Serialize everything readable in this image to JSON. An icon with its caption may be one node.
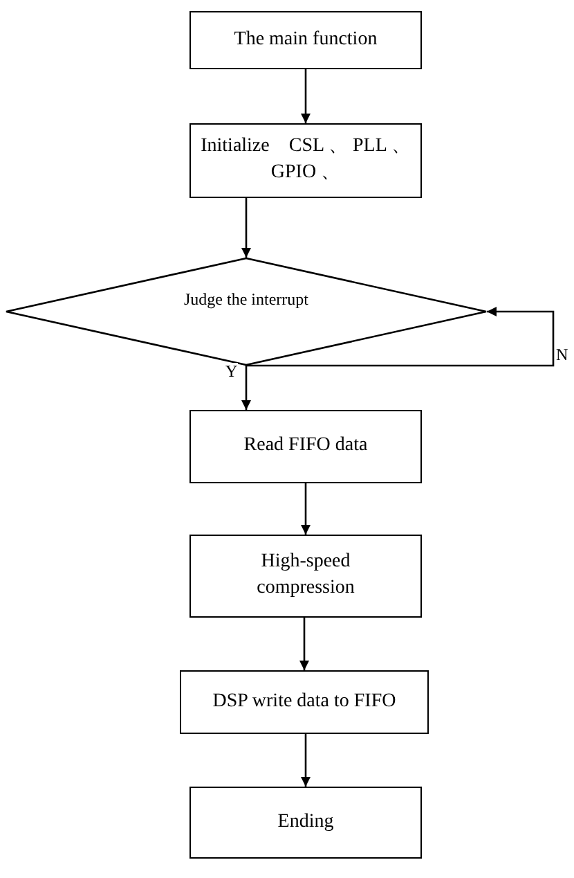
{
  "diagram": {
    "nodes": [
      {
        "text": [
          "The main function"
        ]
      },
      {
        "text": [
          "Initialize　CSL 、 PLL 、 GPIO 、"
        ]
      },
      {
        "text": [
          "Judge the interrupt"
        ]
      },
      {
        "text": [
          "Read FIFO data"
        ]
      },
      {
        "text": [
          "High-speed compression"
        ]
      },
      {
        "text": [
          "DSP write data to FIFO"
        ]
      },
      {
        "text": [
          "Ending"
        ]
      }
    ],
    "edges": [
      {
        "from": 0,
        "to": 1,
        "arrow": "to"
      },
      {
        "from": 1,
        "to": 2,
        "arrow": "to"
      },
      {
        "from": 2,
        "to": 3,
        "arrow": "to",
        "label": "Y"
      },
      {
        "from": 2,
        "to": 2,
        "arrow": "to",
        "label": "N"
      },
      {
        "from": 3,
        "to": 4,
        "arrow": "to"
      },
      {
        "from": 4,
        "to": 5,
        "arrow": "to"
      },
      {
        "from": 5,
        "to": 6,
        "arrow": "to"
      }
    ]
  }
}
